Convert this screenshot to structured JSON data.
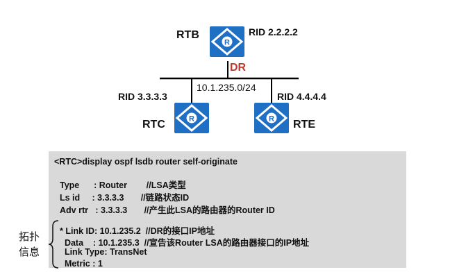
{
  "topology": {
    "dr_router": {
      "name": "RTB",
      "rid": "RID 2.2.2.2",
      "role": "DR"
    },
    "segment": "10.1.235.0/24",
    "left_router": {
      "name": "RTC",
      "rid": "RID 3.3.3.3"
    },
    "right_router": {
      "name": "RTE",
      "rid": "RID 4.4.4.4"
    },
    "colors": {
      "router": "#1f6fc5",
      "dr_label": "#c0392b",
      "panel": "#d9d9d9"
    }
  },
  "cli": {
    "command": "<RTC>display ospf lsdb router self-originate",
    "type_line": "Type      : Router        //LSA类型",
    "lsid_line": "Ls id     : 3.3.3.3       //链路状态ID",
    "advrtr_line": "Adv rtr   : 3.3.3.3       //产生此LSA的路由器的Router ID",
    "link_id_line": "* Link ID: 10.1.235.2  //DR的接口IP地址",
    "data_line": "  Data    : 10.1.235.3  //宣告该Router LSA的路由器接口的IP地址",
    "link_type_line": "  Link Type: TransNet",
    "metric_line": "  Metric : 1"
  },
  "side_label": {
    "line1": "拓扑",
    "line2": "信息"
  }
}
